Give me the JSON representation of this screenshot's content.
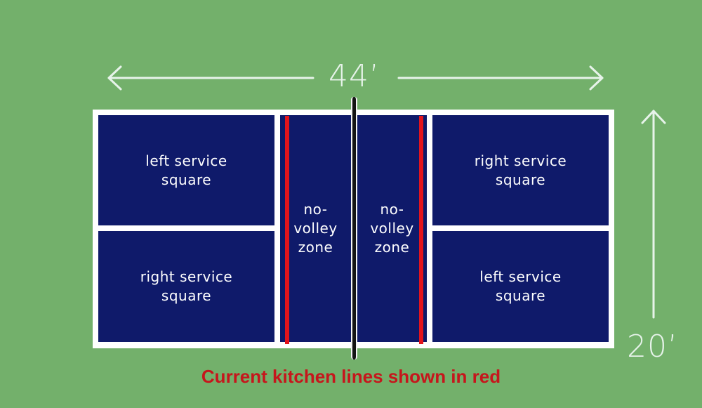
{
  "court": {
    "length_label": "44’",
    "width_label": "20’",
    "left_half": {
      "top_box": [
        "left service",
        "square"
      ],
      "bottom_box": [
        "right service",
        "square"
      ],
      "kitchen": [
        "no-",
        "volley",
        "zone"
      ]
    },
    "right_half": {
      "top_box": [
        "right service",
        "square"
      ],
      "bottom_box": [
        "left service",
        "square"
      ],
      "kitchen": [
        "no-",
        "volley",
        "zone"
      ]
    }
  },
  "caption": "Current kitchen lines shown in red",
  "colors": {
    "background": "#73b06b",
    "court": "#0f1a6a",
    "lines": "#ffffff",
    "kitchen_line": "#e3141c",
    "caption": "#c6161c"
  }
}
